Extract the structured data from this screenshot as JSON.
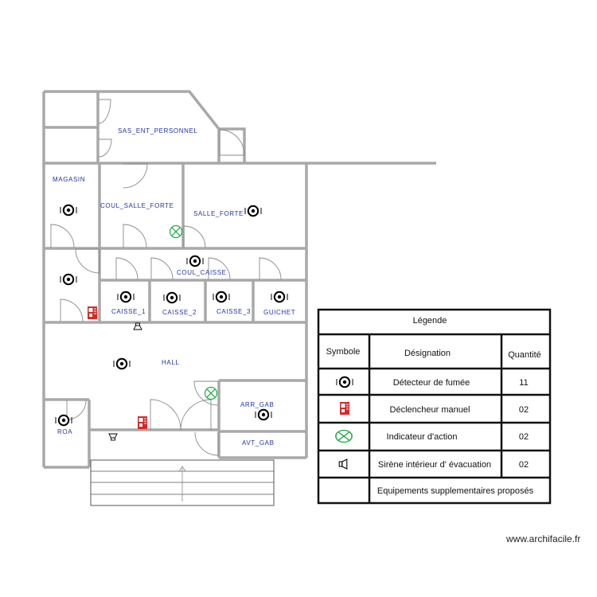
{
  "rooms": {
    "sas": "SAS_ENT_PERSONNEL",
    "magasin": "MAGASIN",
    "coul_salle_forte": "COUL_SALLE_FORTE",
    "salle_forte": "SALLE_FORTE",
    "coul_caisse": "COUL_CAISSE",
    "caisse_1": "CAISSE_1",
    "caisse_2": "CAISSE_2",
    "caisse_3": "CAISSE_3",
    "guichet": "GUICHET",
    "hall": "HALL",
    "arr_gab": "ARR_GAB",
    "avt_gab": "AVT_GAB",
    "roa": "ROA"
  },
  "legend": {
    "title": "Légende",
    "col_symbol": "Symbole",
    "col_designation": "Désignation",
    "col_quantity": "Quantité",
    "rows": [
      {
        "icon": "smoke-detector-icon",
        "designation": "Détecteur de fumée",
        "quantity": "11"
      },
      {
        "icon": "manual-call-point-icon",
        "designation": "Déclencheur manuel",
        "quantity": "02"
      },
      {
        "icon": "action-indicator-icon",
        "designation": "Indicateur d'action",
        "quantity": "02"
      },
      {
        "icon": "evacuation-siren-icon",
        "designation": "Sirène intérieur d' évacuation",
        "quantity": "02"
      }
    ],
    "footer": "Equipements supplementaires proposés"
  },
  "watermark": "www.archifacile.fr",
  "colors": {
    "wall": "#a8a8a8",
    "label": "#2233aa",
    "manual_call_point": "#d42a2a",
    "action_indicator": "#22aa44"
  }
}
